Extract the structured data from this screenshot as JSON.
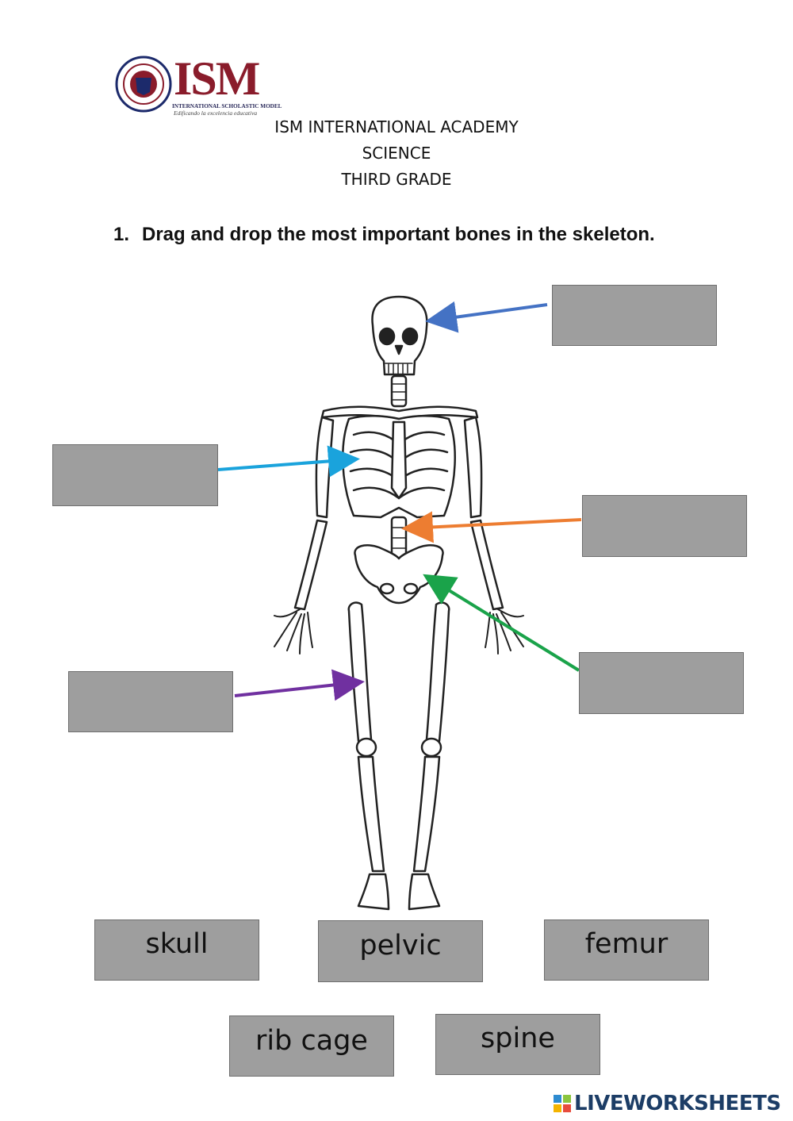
{
  "logo": {
    "text": "ISM",
    "subtitle": "INTERNATIONAL SCHOLASTIC MODEL",
    "tagline": "Edificando la excelencia educativa"
  },
  "header": {
    "line1": "ISM INTERNATIONAL ACADEMY",
    "line2": "SCIENCE",
    "line3": "THIRD GRADE"
  },
  "instruction": {
    "number": "1.",
    "text": "Drag and drop the most important bones in the skeleton."
  },
  "word_bank": [
    "skull",
    "pelvic",
    "femur",
    "rib cage",
    "spine"
  ],
  "arrow_colors": {
    "skull": "#4472c4",
    "ribs": "#1aa3dc",
    "spine": "#ed7d31",
    "pelvis": "#1aa34a",
    "femur": "#7030a0"
  },
  "footer": {
    "brand": "LIVEWORKSHEETS"
  }
}
